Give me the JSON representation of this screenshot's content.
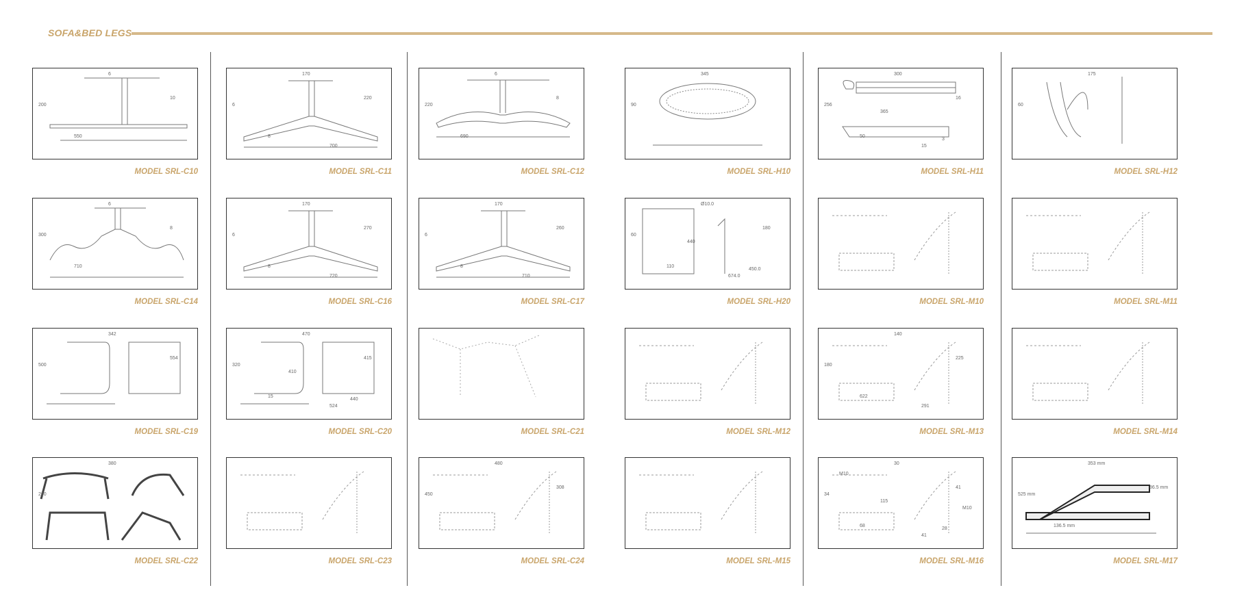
{
  "header": {
    "title": "SOFA&BED LEGS",
    "accent_color": "#c9a56b"
  },
  "models": [
    {
      "label": "MODEL SRL-C10",
      "shape": "tbar",
      "dims": [
        "6",
        "200",
        "10",
        "550"
      ]
    },
    {
      "label": "MODEL SRL-C11",
      "shape": "vleg",
      "dims": [
        "170",
        "6",
        "220",
        "8",
        "700"
      ]
    },
    {
      "label": "MODEL SRL-C12",
      "shape": "curve",
      "dims": [
        "6",
        "220",
        "8",
        "690"
      ]
    },
    {
      "label": "MODEL SRL-H10",
      "shape": "oval",
      "dims": [
        "345",
        "90"
      ]
    },
    {
      "label": "MODEL SRL-H11",
      "shape": "bracket",
      "dims": [
        "300",
        "256",
        "16",
        "50",
        "15",
        "365",
        "3"
      ]
    },
    {
      "label": "MODEL SRL-H12",
      "shape": "hook",
      "dims": [
        "175",
        "60"
      ]
    },
    {
      "label": "MODEL SRL-C14",
      "shape": "wave",
      "dims": [
        "6",
        "300",
        "8",
        "710"
      ]
    },
    {
      "label": "MODEL SRL-C16",
      "shape": "vleg",
      "dims": [
        "170",
        "6",
        "270",
        "8",
        "720"
      ]
    },
    {
      "label": "MODEL SRL-C17",
      "shape": "vleg",
      "dims": [
        "170",
        "6",
        "260",
        "8",
        "710"
      ]
    },
    {
      "label": "MODEL SRL-H20",
      "shape": "plate",
      "dims": [
        "Ø10.0",
        "60",
        "180",
        "110",
        "674.0",
        "440",
        "450.0"
      ]
    },
    {
      "label": "MODEL SRL-M10",
      "shape": "mech",
      "dims": []
    },
    {
      "label": "MODEL SRL-M11",
      "shape": "mech",
      "dims": []
    },
    {
      "label": "MODEL SRL-C19",
      "shape": "sled",
      "dims": [
        "342",
        "500",
        "554"
      ]
    },
    {
      "label": "MODEL SRL-C20",
      "shape": "sled",
      "dims": [
        "470",
        "320",
        "415",
        "15",
        "524",
        "410",
        "440"
      ]
    },
    {
      "label": "MODEL SRL-C21",
      "shape": "sketch",
      "dims": []
    },
    {
      "label": "MODEL SRL-M12",
      "shape": "mech",
      "dims": []
    },
    {
      "label": "MODEL SRL-M13",
      "shape": "mech",
      "dims": [
        "140",
        "180",
        "225",
        "622",
        "291"
      ]
    },
    {
      "label": "MODEL SRL-M14",
      "shape": "mech",
      "dims": []
    },
    {
      "label": "MODEL SRL-C22",
      "shape": "frame",
      "dims": [
        "380",
        "260"
      ]
    },
    {
      "label": "MODEL SRL-C23",
      "shape": "mech",
      "dims": []
    },
    {
      "label": "MODEL SRL-C24",
      "shape": "mech",
      "dims": [
        "480",
        "450",
        "308"
      ]
    },
    {
      "label": "MODEL SRL-M15",
      "shape": "mech",
      "dims": []
    },
    {
      "label": "MODEL SRL-M16",
      "shape": "mech",
      "dims": [
        "30",
        "34",
        "41",
        "68",
        "41",
        "115",
        "28",
        "M10",
        "M10"
      ]
    },
    {
      "label": "MODEL SRL-M17",
      "shape": "hinge",
      "dims": [
        "353 mm",
        "525 mm",
        "86.5 mm",
        "136.5 mm"
      ]
    }
  ]
}
